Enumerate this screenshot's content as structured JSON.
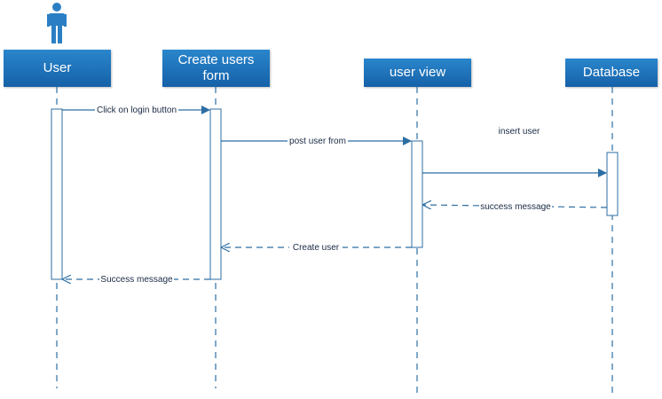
{
  "colors": {
    "box": "#1e6fb8",
    "line": "#2c6ea3",
    "actor": "#2a7fc4"
  },
  "participants": [
    {
      "id": "user",
      "label": "User",
      "actor_icon": "person-icon"
    },
    {
      "id": "form",
      "label": "Create users form"
    },
    {
      "id": "view",
      "label": "user view"
    },
    {
      "id": "db",
      "label": "Database"
    }
  ],
  "messages": [
    {
      "from": "user",
      "to": "form",
      "label": "Click on login button",
      "style": "solid"
    },
    {
      "from": "form",
      "to": "view",
      "label": "post user from",
      "style": "solid"
    },
    {
      "from": "view",
      "to": "db",
      "label": "insert user",
      "style": "solid"
    },
    {
      "from": "db",
      "to": "view",
      "label": "success message",
      "style": "dashed"
    },
    {
      "from": "view",
      "to": "form",
      "label": "Create user",
      "style": "dashed"
    },
    {
      "from": "form",
      "to": "user",
      "label": "Success message",
      "style": "dashed"
    }
  ]
}
